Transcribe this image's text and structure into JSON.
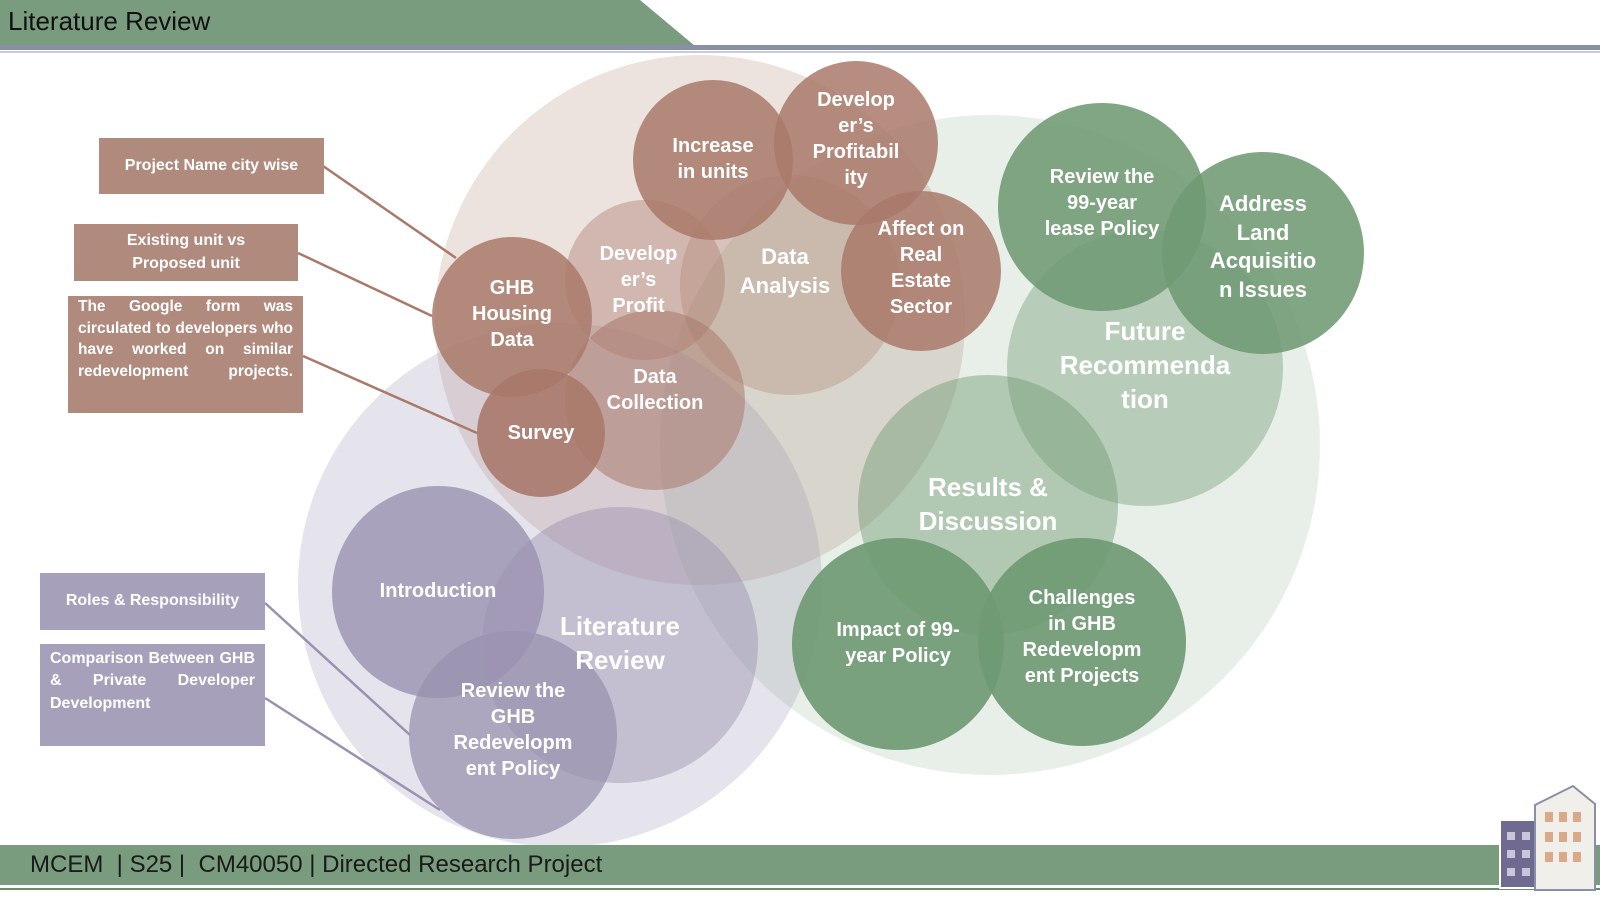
{
  "header": {
    "title": "Literature Review"
  },
  "footer": {
    "text": "MCEM  | S25 |  CM40050 | Directed Research Project"
  },
  "colors": {
    "brown": "#a9796a",
    "green": "#6f9a73",
    "purple": "#9a91b0",
    "header_green": "#7a9c7e"
  },
  "diagram": {
    "big_labels": {
      "literature_review": "Literature\nReview",
      "future_recommendation": "Future\nRecommenda\ntion",
      "results_discussion": "Results &\nDiscussion"
    },
    "brown_circles": {
      "increase_units": "Increase\nin units",
      "dev_profitability": "Develop\ner’s\nProfitabil\nity",
      "data_analysis": "Data\nAnalysis",
      "affect_real_estate": "Affect on\nReal\nEstate\nSector",
      "dev_profit": "Develop\ner’s\nProfit",
      "ghb_housing": "GHB\nHousing\nData",
      "data_collection": "Data\nCollection",
      "survey": "Survey"
    },
    "green_circles": {
      "review_lease": "Review the\n99-year\nlease Policy",
      "address_land": "Address\nLand\nAcquisitio\nn Issues",
      "impact_policy": "Impact of 99-\nyear Policy",
      "challenges": "Challenges\nin GHB\nRedevelopm\nent Projects"
    },
    "purple_circles": {
      "introduction": "Introduction",
      "review_ghb_policy": "Review the\nGHB\nRedevelopm\nent Policy"
    }
  },
  "notes": {
    "project_name": "Project Name city wise",
    "existing_unit": "Existing unit vs\nProposed unit",
    "google_form": "The Google form was circulated to developers who have worked on similar redevelopment projects.",
    "roles": "Roles & Responsibility",
    "comparison": "Comparison Between GHB & Private Developer Development"
  }
}
